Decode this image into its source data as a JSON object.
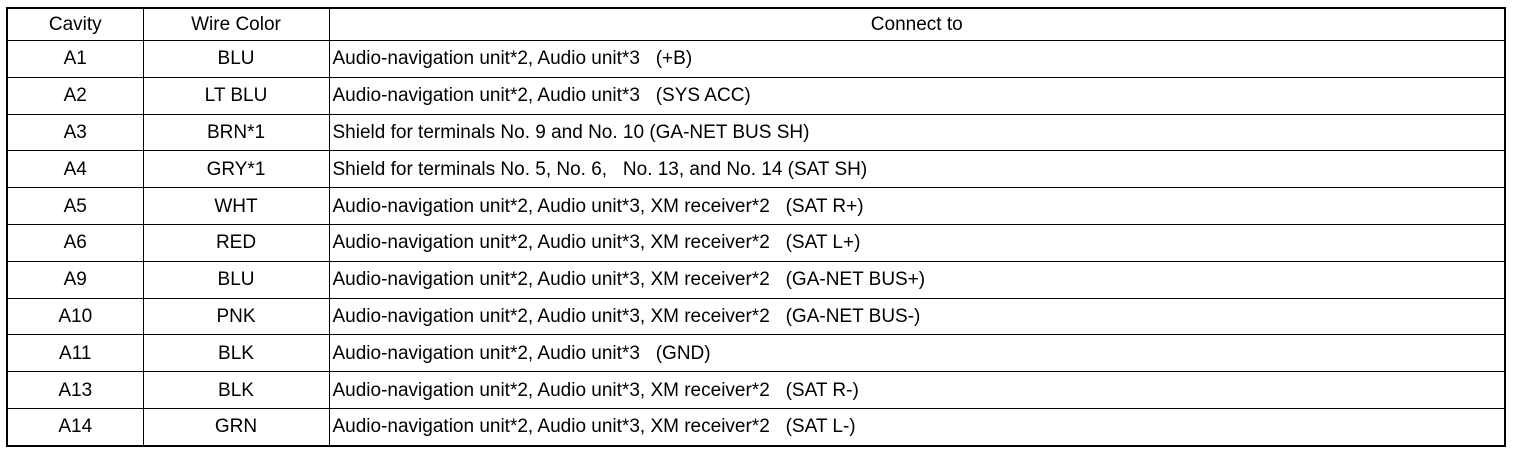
{
  "table": {
    "headers": {
      "cavity": "Cavity",
      "wire_color": "Wire Color",
      "connect_to": "Connect to"
    },
    "rows": [
      {
        "cavity": "A1",
        "wire_color": "BLU",
        "connect_to": "Audio-navigation unit*2, Audio unit*3   (+B)"
      },
      {
        "cavity": "A2",
        "wire_color": "LT BLU",
        "connect_to": "Audio-navigation unit*2, Audio unit*3   (SYS ACC)"
      },
      {
        "cavity": "A3",
        "wire_color": "BRN*1",
        "connect_to": "Shield for terminals No. 9 and No. 10 (GA-NET BUS SH)"
      },
      {
        "cavity": "A4",
        "wire_color": "GRY*1",
        "connect_to": "Shield for terminals No. 5, No. 6,   No. 13, and No. 14 (SAT SH)"
      },
      {
        "cavity": "A5",
        "wire_color": "WHT",
        "connect_to": "Audio-navigation unit*2, Audio unit*3, XM receiver*2   (SAT R+)"
      },
      {
        "cavity": "A6",
        "wire_color": "RED",
        "connect_to": "Audio-navigation unit*2, Audio unit*3, XM receiver*2   (SAT L+)"
      },
      {
        "cavity": "A9",
        "wire_color": "BLU",
        "connect_to": "Audio-navigation unit*2, Audio unit*3, XM receiver*2   (GA-NET BUS+)"
      },
      {
        "cavity": "A10",
        "wire_color": "PNK",
        "connect_to": "Audio-navigation unit*2, Audio unit*3, XM receiver*2   (GA-NET BUS-)"
      },
      {
        "cavity": "A11",
        "wire_color": "BLK",
        "connect_to": "Audio-navigation unit*2, Audio unit*3   (GND)"
      },
      {
        "cavity": "A13",
        "wire_color": "BLK",
        "connect_to": "Audio-navigation unit*2, Audio unit*3, XM receiver*2   (SAT R-)"
      },
      {
        "cavity": "A14",
        "wire_color": "GRN",
        "connect_to": "Audio-navigation unit*2, Audio unit*3, XM receiver*2   (SAT L-)"
      }
    ]
  }
}
